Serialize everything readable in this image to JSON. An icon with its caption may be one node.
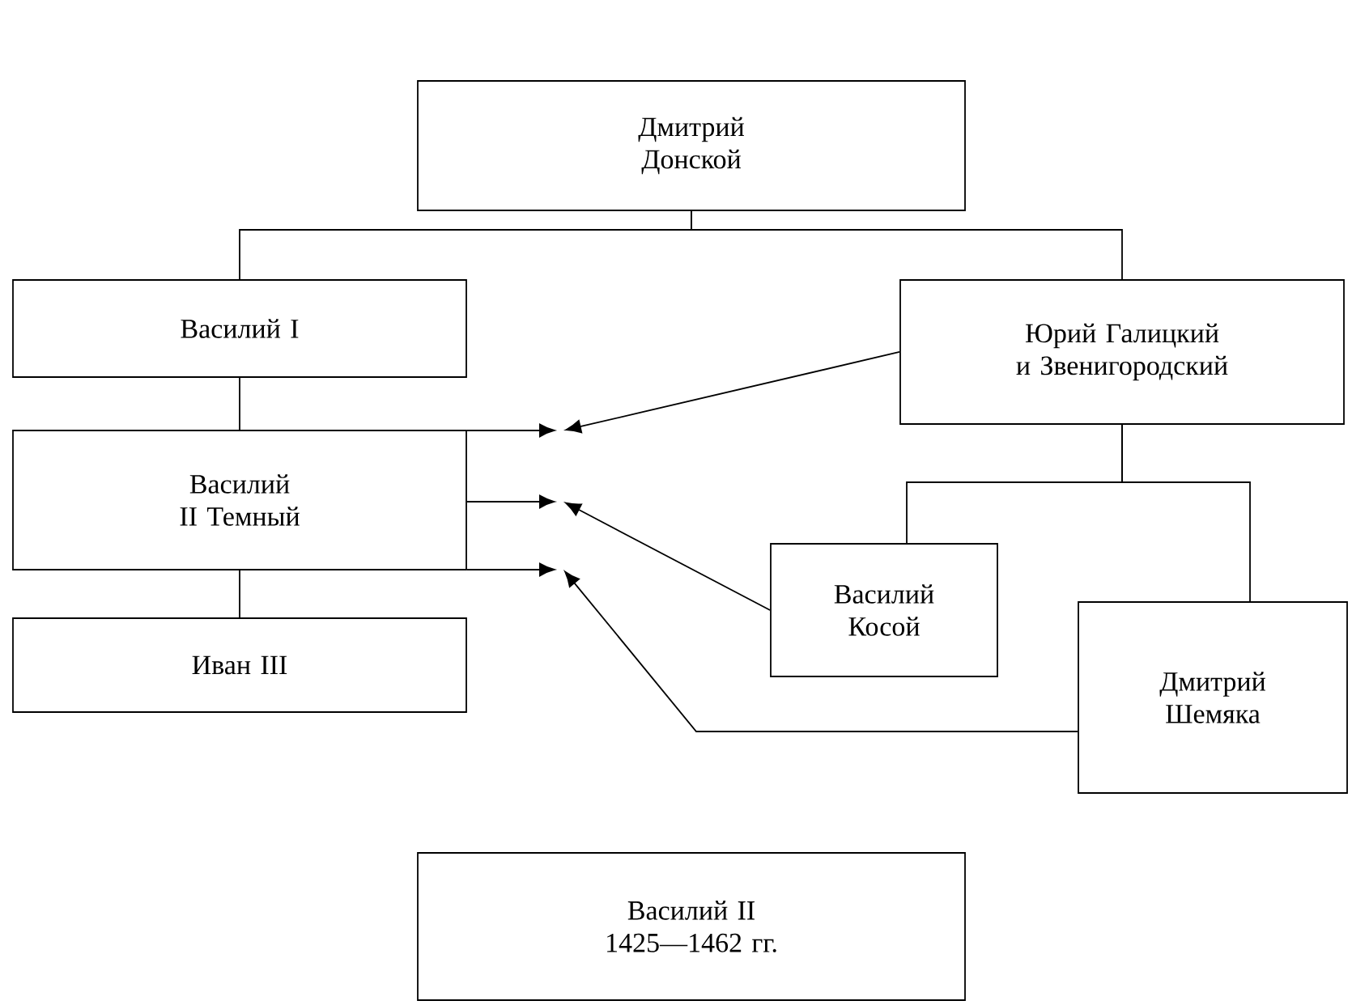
{
  "diagram": {
    "nodes": [
      {
        "text": [
          "Дмитрий Донской"
        ]
      },
      {
        "text": [
          "Василий I"
        ]
      },
      {
        "text": [
          "Юрий Галицкий и Звенигородский"
        ]
      },
      {
        "text": [
          "Василий II Темный"
        ]
      },
      {
        "text": [
          "Василий Косой"
        ]
      },
      {
        "text": [
          "Иван III"
        ]
      },
      {
        "text": [
          "Дмитрий Шемяка"
        ]
      },
      {
        "text": [
          "Василий II 1425—1462 гг."
        ]
      }
    ],
    "edges": [
      {
        "from": 0,
        "to": 1,
        "arrow": "none"
      },
      {
        "from": 0,
        "to": 2,
        "arrow": "none"
      },
      {
        "from": 1,
        "to": 3,
        "arrow": "none"
      },
      {
        "from": 3,
        "to": 5,
        "arrow": "none"
      },
      {
        "from": 2,
        "to": 4,
        "arrow": "none"
      },
      {
        "from": 2,
        "to": 6,
        "arrow": "none"
      },
      {
        "from": 3,
        "to": null,
        "arrow": "to"
      },
      {
        "from": 3,
        "to": null,
        "arrow": "to"
      },
      {
        "from": 3,
        "to": null,
        "arrow": "to"
      },
      {
        "from": 2,
        "to": null,
        "arrow": "to"
      },
      {
        "from": 4,
        "to": null,
        "arrow": "to"
      },
      {
        "from": 6,
        "to": null,
        "arrow": "to"
      }
    ]
  }
}
